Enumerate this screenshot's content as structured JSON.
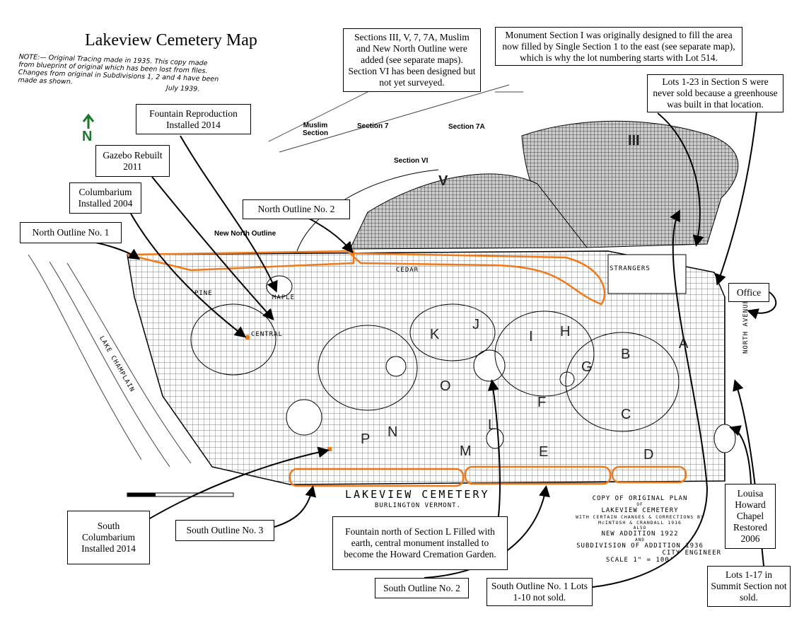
{
  "title": "Lakeview Cemetery Map",
  "note": "NOTE:— Original Tracing made in 1935. This copy made from blueprint of original which has been lost from files. Changes from original in Subdivisions 1, 2 and 4 have been made as shown.",
  "note_date": "July 1939.",
  "north_label": "N",
  "annotations": {
    "added_sections": "Sections III, V, 7, 7A, Muslim and New North Outline were added (see separate maps). Section VI has been designed but not yet surveyed.",
    "monument_section": "Monument Section I was originally designed to fill the area now filled by Single Section 1 to the east (see separate map), which is why the lot numbering starts with Lot 514.",
    "lots_section_s": "Lots 1-23 in Section S were never sold because a greenhouse was built in that location.",
    "fountain": "Fountain Reproduction Installed 2014",
    "gazebo": "Gazebo Rebuilt 2011",
    "columbarium": "Columbarium Installed 2004",
    "north_outline_1": "North Outline No. 1",
    "north_outline_2": "North Outline No. 2",
    "office": "Office",
    "south_columbarium": "South Columbarium Installed 2014",
    "south_outline_3": "South Outline No. 3",
    "fountain_l": "Fountain north of Section L Filled with earth, central monument installed  to become the Howard Cremation Garden.",
    "south_outline_2": "South Outline No. 2",
    "south_outline_1": "South Outline No. 1 Lots 1-10 not sold.",
    "chapel": "Louisa Howard Chapel Restored 2006",
    "summit": "Lots 1-17 in Summit Section not sold."
  },
  "map_labels": {
    "muslim": "Muslim Section",
    "s7": "Section 7",
    "s7a": "Section 7A",
    "s6": "Section VI",
    "new_north": "New North Outline",
    "iii": "III",
    "v": "V",
    "strangers": "STRANGERS",
    "cedar": "CEDAR",
    "maple": "MAPLE",
    "central": "CENTRAL",
    "pine": "PINE",
    "sections": [
      "A",
      "B",
      "C",
      "D",
      "E",
      "F",
      "G",
      "H",
      "I",
      "J",
      "K",
      "L",
      "M",
      "N",
      "O",
      "P"
    ],
    "north_avenue": "NORTH AVENUE",
    "lake": "LAKE CHAMPLAIN"
  },
  "plan": {
    "name": "LAKEVIEW CEMETERY",
    "city": "BURLINGTON VERMONT.",
    "l1": "COPY OF ORIGINAL PLAN",
    "l2": "OF",
    "l3": "LAKEVIEW CEMETERY",
    "l4": "WITH CERTAIN CHANGES & CORRECTIONS BY",
    "l5": "McINTOSH & CRANDALL   1916",
    "l6": "ALSO",
    "l7": "NEW ADDITION    1922",
    "l8": "AND",
    "l9": "SUBDIVISION OF ADDITION    1936",
    "l10": "CITY ENGINEER",
    "l11": "SCALE 1\" = 100'"
  },
  "colors": {
    "outline": "#f07a1a",
    "north_arrow": "#1a7a2a"
  }
}
